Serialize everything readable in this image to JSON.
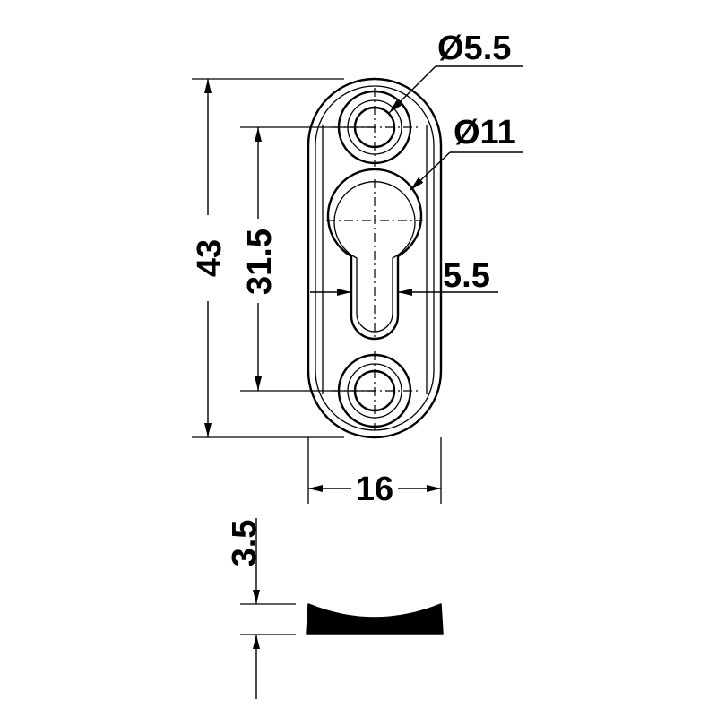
{
  "dimensions": {
    "screw_hole_diameter": "Ø5.5",
    "keyhole_diameter": "Ø11",
    "slot_width": "5.5",
    "overall_height": "43",
    "hole_spacing": "31.5",
    "overall_width": "16",
    "thickness": "3.5"
  },
  "colors": {
    "line": "#000000",
    "background": "#ffffff"
  }
}
